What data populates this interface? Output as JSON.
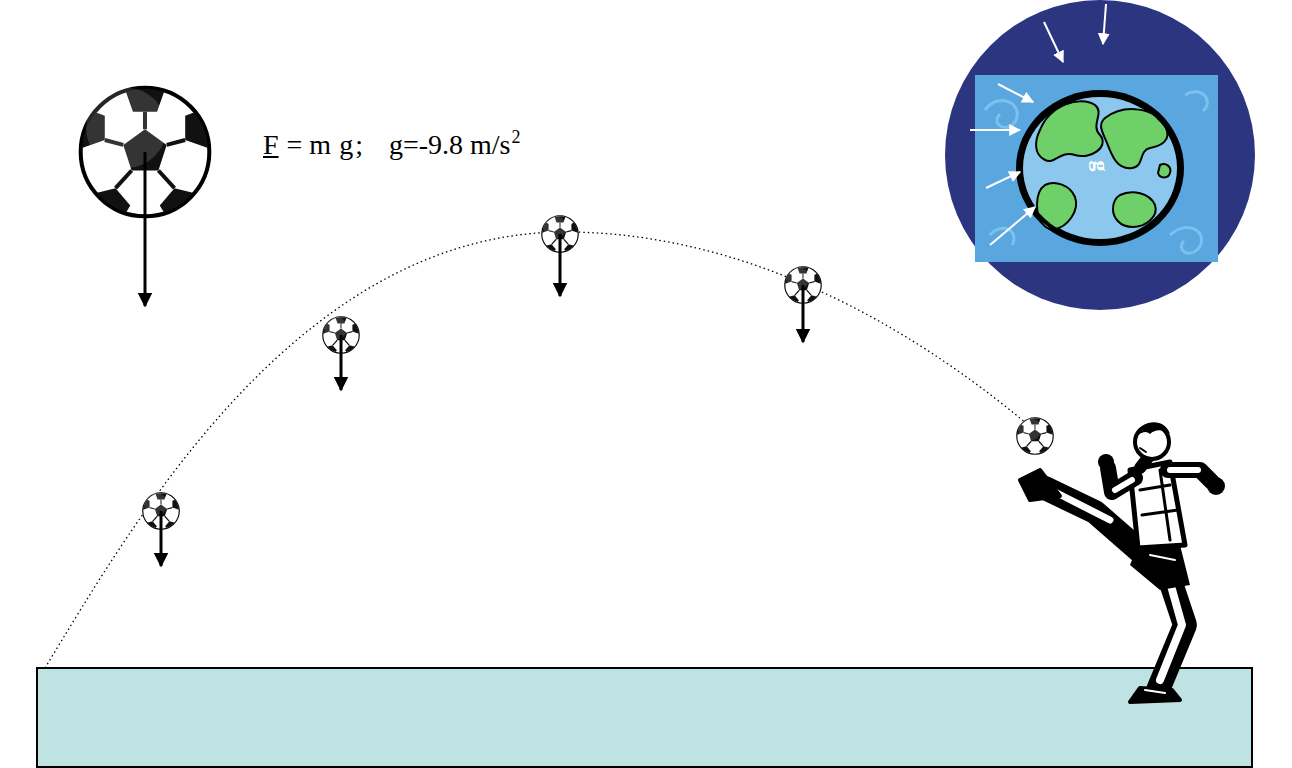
{
  "diagram": {
    "labels": [
      "F",
      "= m",
      "g",
      ";",
      "g=-9.8 m/s",
      "2",
      "g"
    ]
  }
}
